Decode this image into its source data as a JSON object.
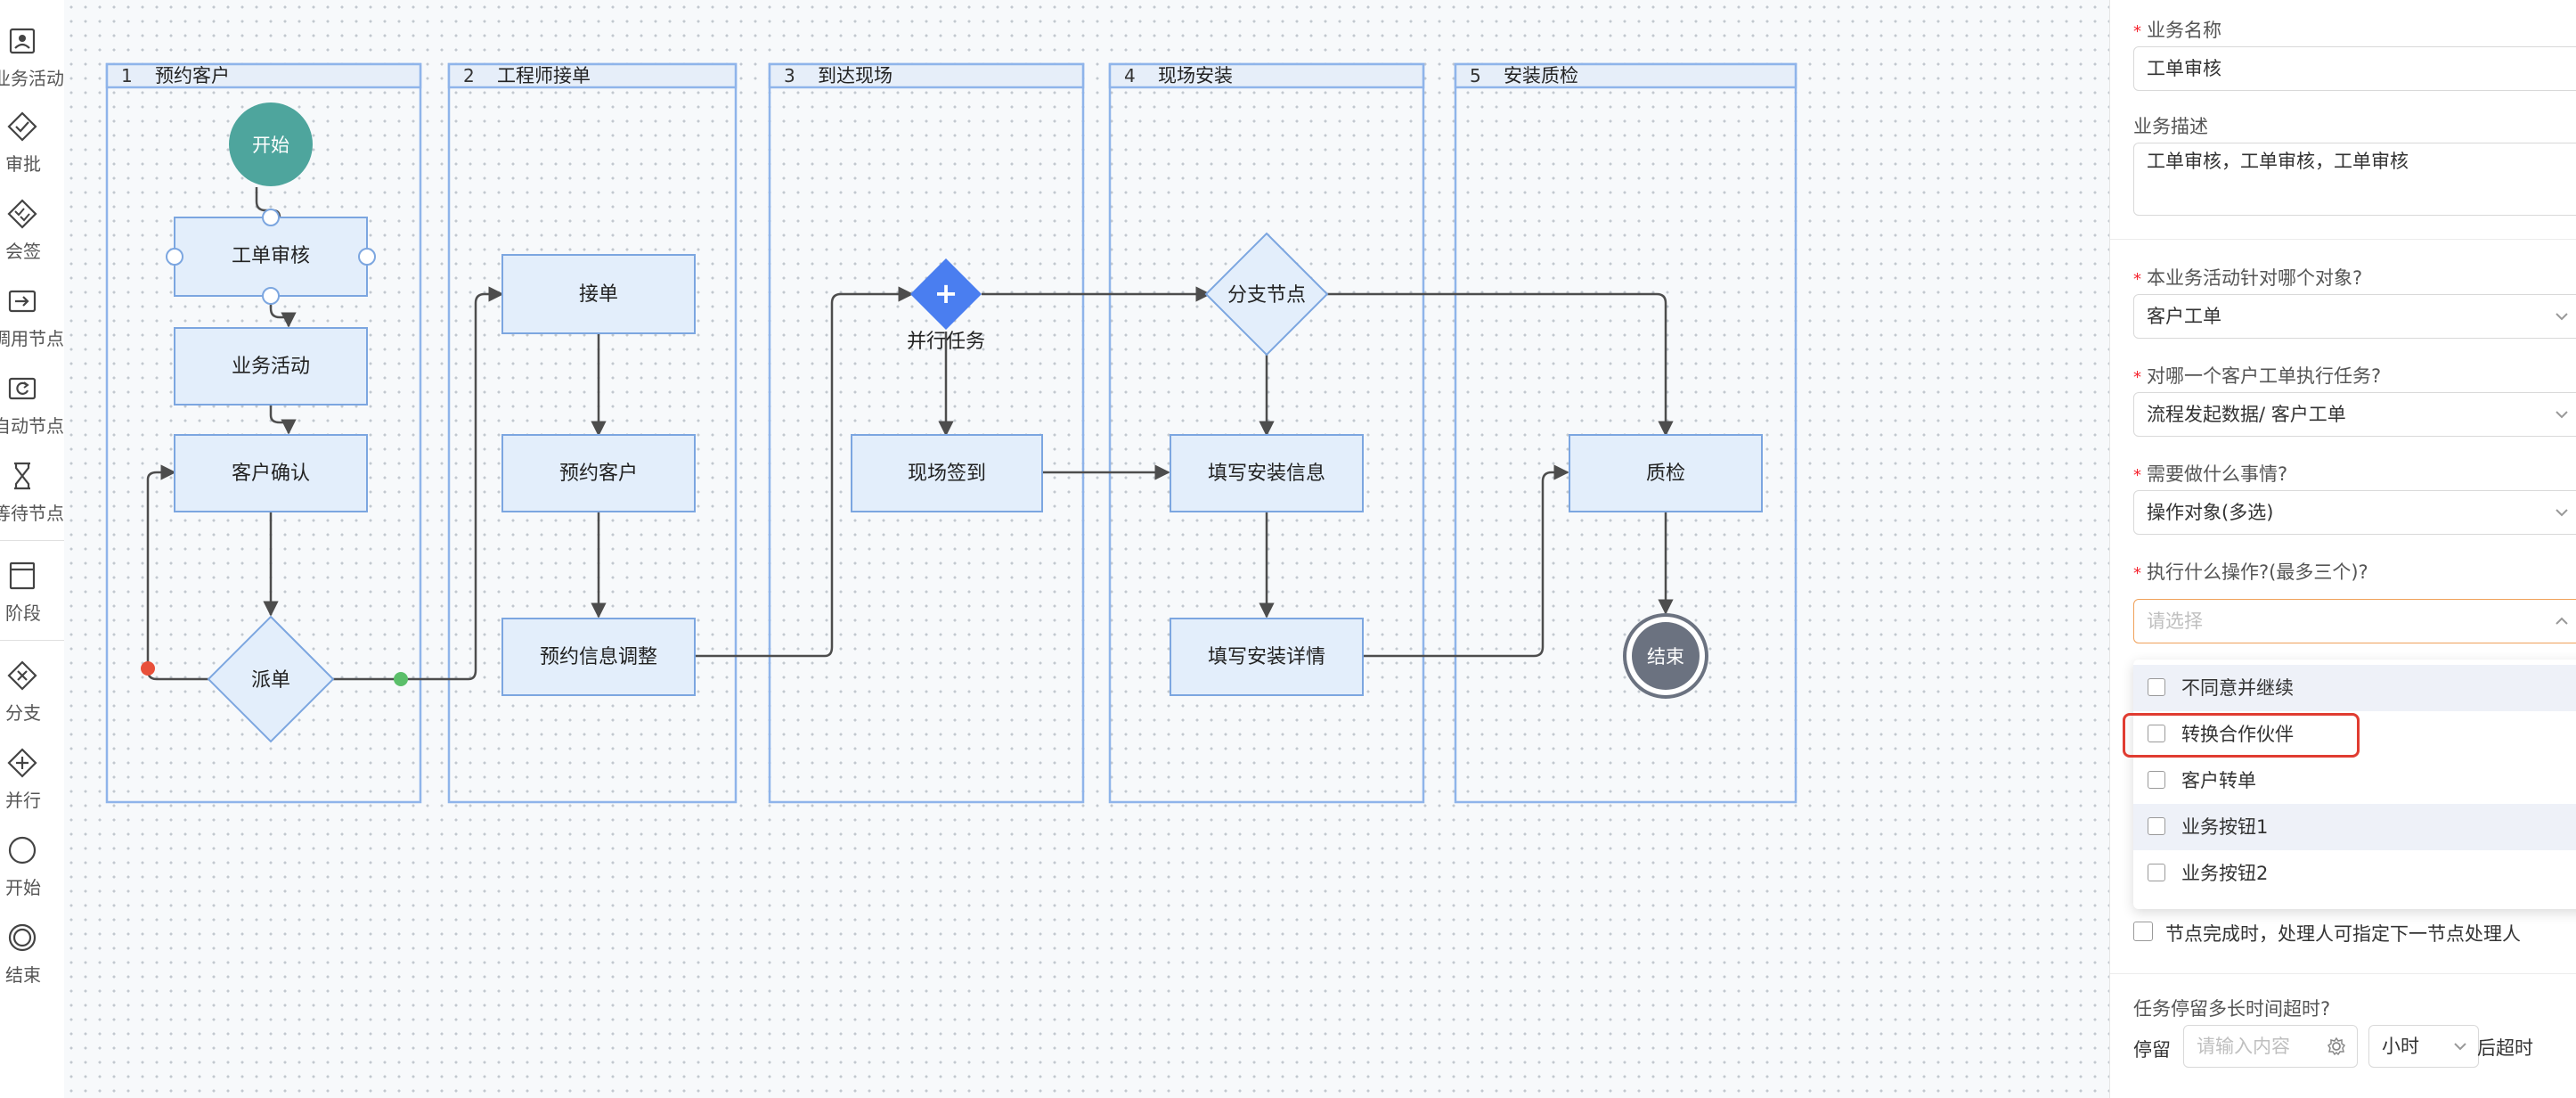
{
  "toolbar": {
    "items": [
      {
        "label": "业务活动",
        "icon": "activity-icon"
      },
      {
        "label": "审批",
        "icon": "approval-icon"
      },
      {
        "label": "会签",
        "icon": "countersign-icon"
      },
      {
        "label": "调用节点",
        "icon": "call-node-icon"
      },
      {
        "label": "自动节点",
        "icon": "auto-node-icon"
      },
      {
        "label": "等待节点",
        "icon": "wait-node-icon"
      },
      {
        "label": "阶段",
        "icon": "stage-icon"
      },
      {
        "label": "分支",
        "icon": "branch-icon"
      },
      {
        "label": "并行",
        "icon": "parallel-icon"
      },
      {
        "label": "开始",
        "icon": "start-icon"
      },
      {
        "label": "结束",
        "icon": "end-icon"
      }
    ]
  },
  "diagram": {
    "lanes": [
      {
        "num": "1",
        "title": "预约客户"
      },
      {
        "num": "2",
        "title": "工程师接单"
      },
      {
        "num": "3",
        "title": "到达现场"
      },
      {
        "num": "4",
        "title": "现场安装"
      },
      {
        "num": "5",
        "title": "安装质检"
      }
    ],
    "nodes": {
      "start": "开始",
      "work_order_review": "工单审核",
      "business_activity": "业务活动",
      "customer_confirm": "客户确认",
      "dispatch": "派单",
      "accept_order": "接单",
      "book_customer": "预约客户",
      "adjust_booking": "预约信息调整",
      "parallel_task": "并行任务",
      "parallel_symbol": "+",
      "onsite_checkin": "现场签到",
      "branch_node": "分支节点",
      "fill_install_info": "填写安装信息",
      "fill_install_details": "填写安装详情",
      "quality_check": "质检",
      "end": "结束"
    },
    "colors": {
      "lane_border": "#8fb4ea",
      "lane_header": "#e6eef9",
      "node_fill": "#e3eefb",
      "node_border": "#7ca6e0",
      "start_fill": "#4ea59d",
      "end_fill": "#6b7280",
      "parallel_fill": "#4a7ef0",
      "edge": "#4d4d4d"
    }
  },
  "panel": {
    "business_name_label": "业务名称",
    "business_name_value": "工单审核",
    "business_desc_label": "业务描述",
    "business_desc_value": "工单审核，工单审核，工单审核",
    "target_object_label": "本业务活动针对哪个对象?",
    "target_object_value": "客户工单",
    "which_order_label": "对哪一个客户工单执行任务?",
    "which_order_value": "流程发起数据/ 客户工单",
    "todo_label": "需要做什么事情?",
    "todo_value": "操作对象(多选)",
    "operation_label": "执行什么操作?(最多三个)?",
    "operation_placeholder": "请选择",
    "operation_options": [
      "不同意并继续",
      "转换合作伙伴",
      "客户转单",
      "业务按钮1",
      "业务按钮2"
    ],
    "assign_next_label": "节点完成时，处理人可指定下一节点处理人",
    "timeout_title": "任务停留多长时间超时?",
    "stay_label": "停留",
    "stay_placeholder": "请输入内容",
    "unit_value": "小时",
    "after_timeout_label": "后超时",
    "accent_color": "#f0a15a",
    "highlight_color": "#e03c31"
  }
}
